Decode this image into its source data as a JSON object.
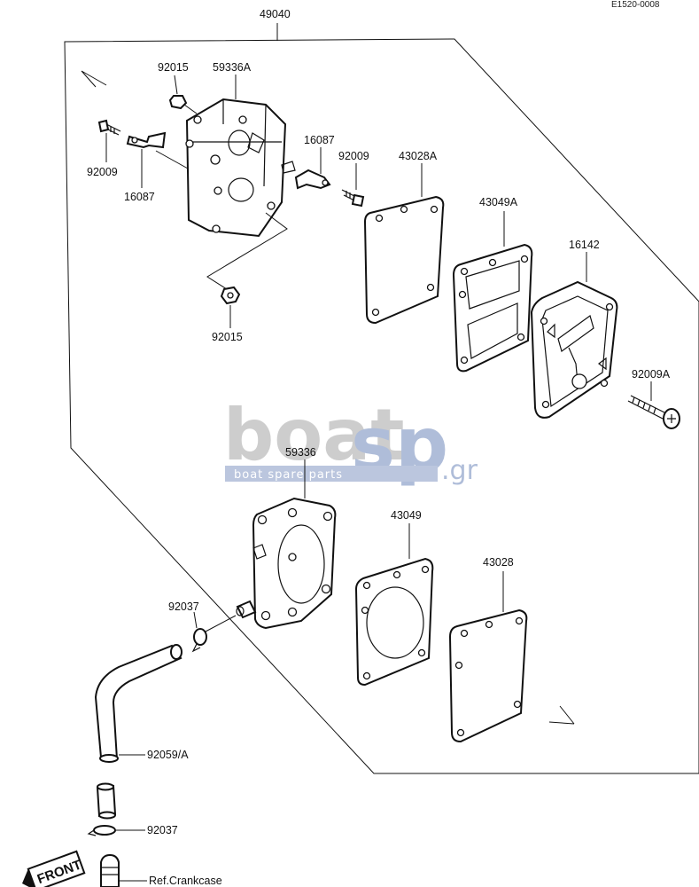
{
  "diagram": {
    "code": "E1520-0008",
    "labels": {
      "assembly": "49040",
      "p92015_top": "92015",
      "p59336A": "59336A",
      "p92009_left": "92009",
      "p16087_left": "16087",
      "p16087_right": "16087",
      "p92009_right": "92009",
      "p43028A": "43028A",
      "p43049A": "43049A",
      "p16142": "16142",
      "p92009A": "92009A",
      "p92015_bottom": "92015",
      "p59336": "59336",
      "p43049": "43049",
      "p43028": "43028",
      "p92037_top": "92037",
      "p92059A": "92059/A",
      "p92037_bottom": "92037",
      "ref_crankcase": "Ref.Crankcase"
    },
    "front_tag": "FRONT"
  },
  "watermark": {
    "word1": "boat",
    "word2": "sp",
    "suffix": ".gr",
    "tagline": "boat spare parts"
  }
}
